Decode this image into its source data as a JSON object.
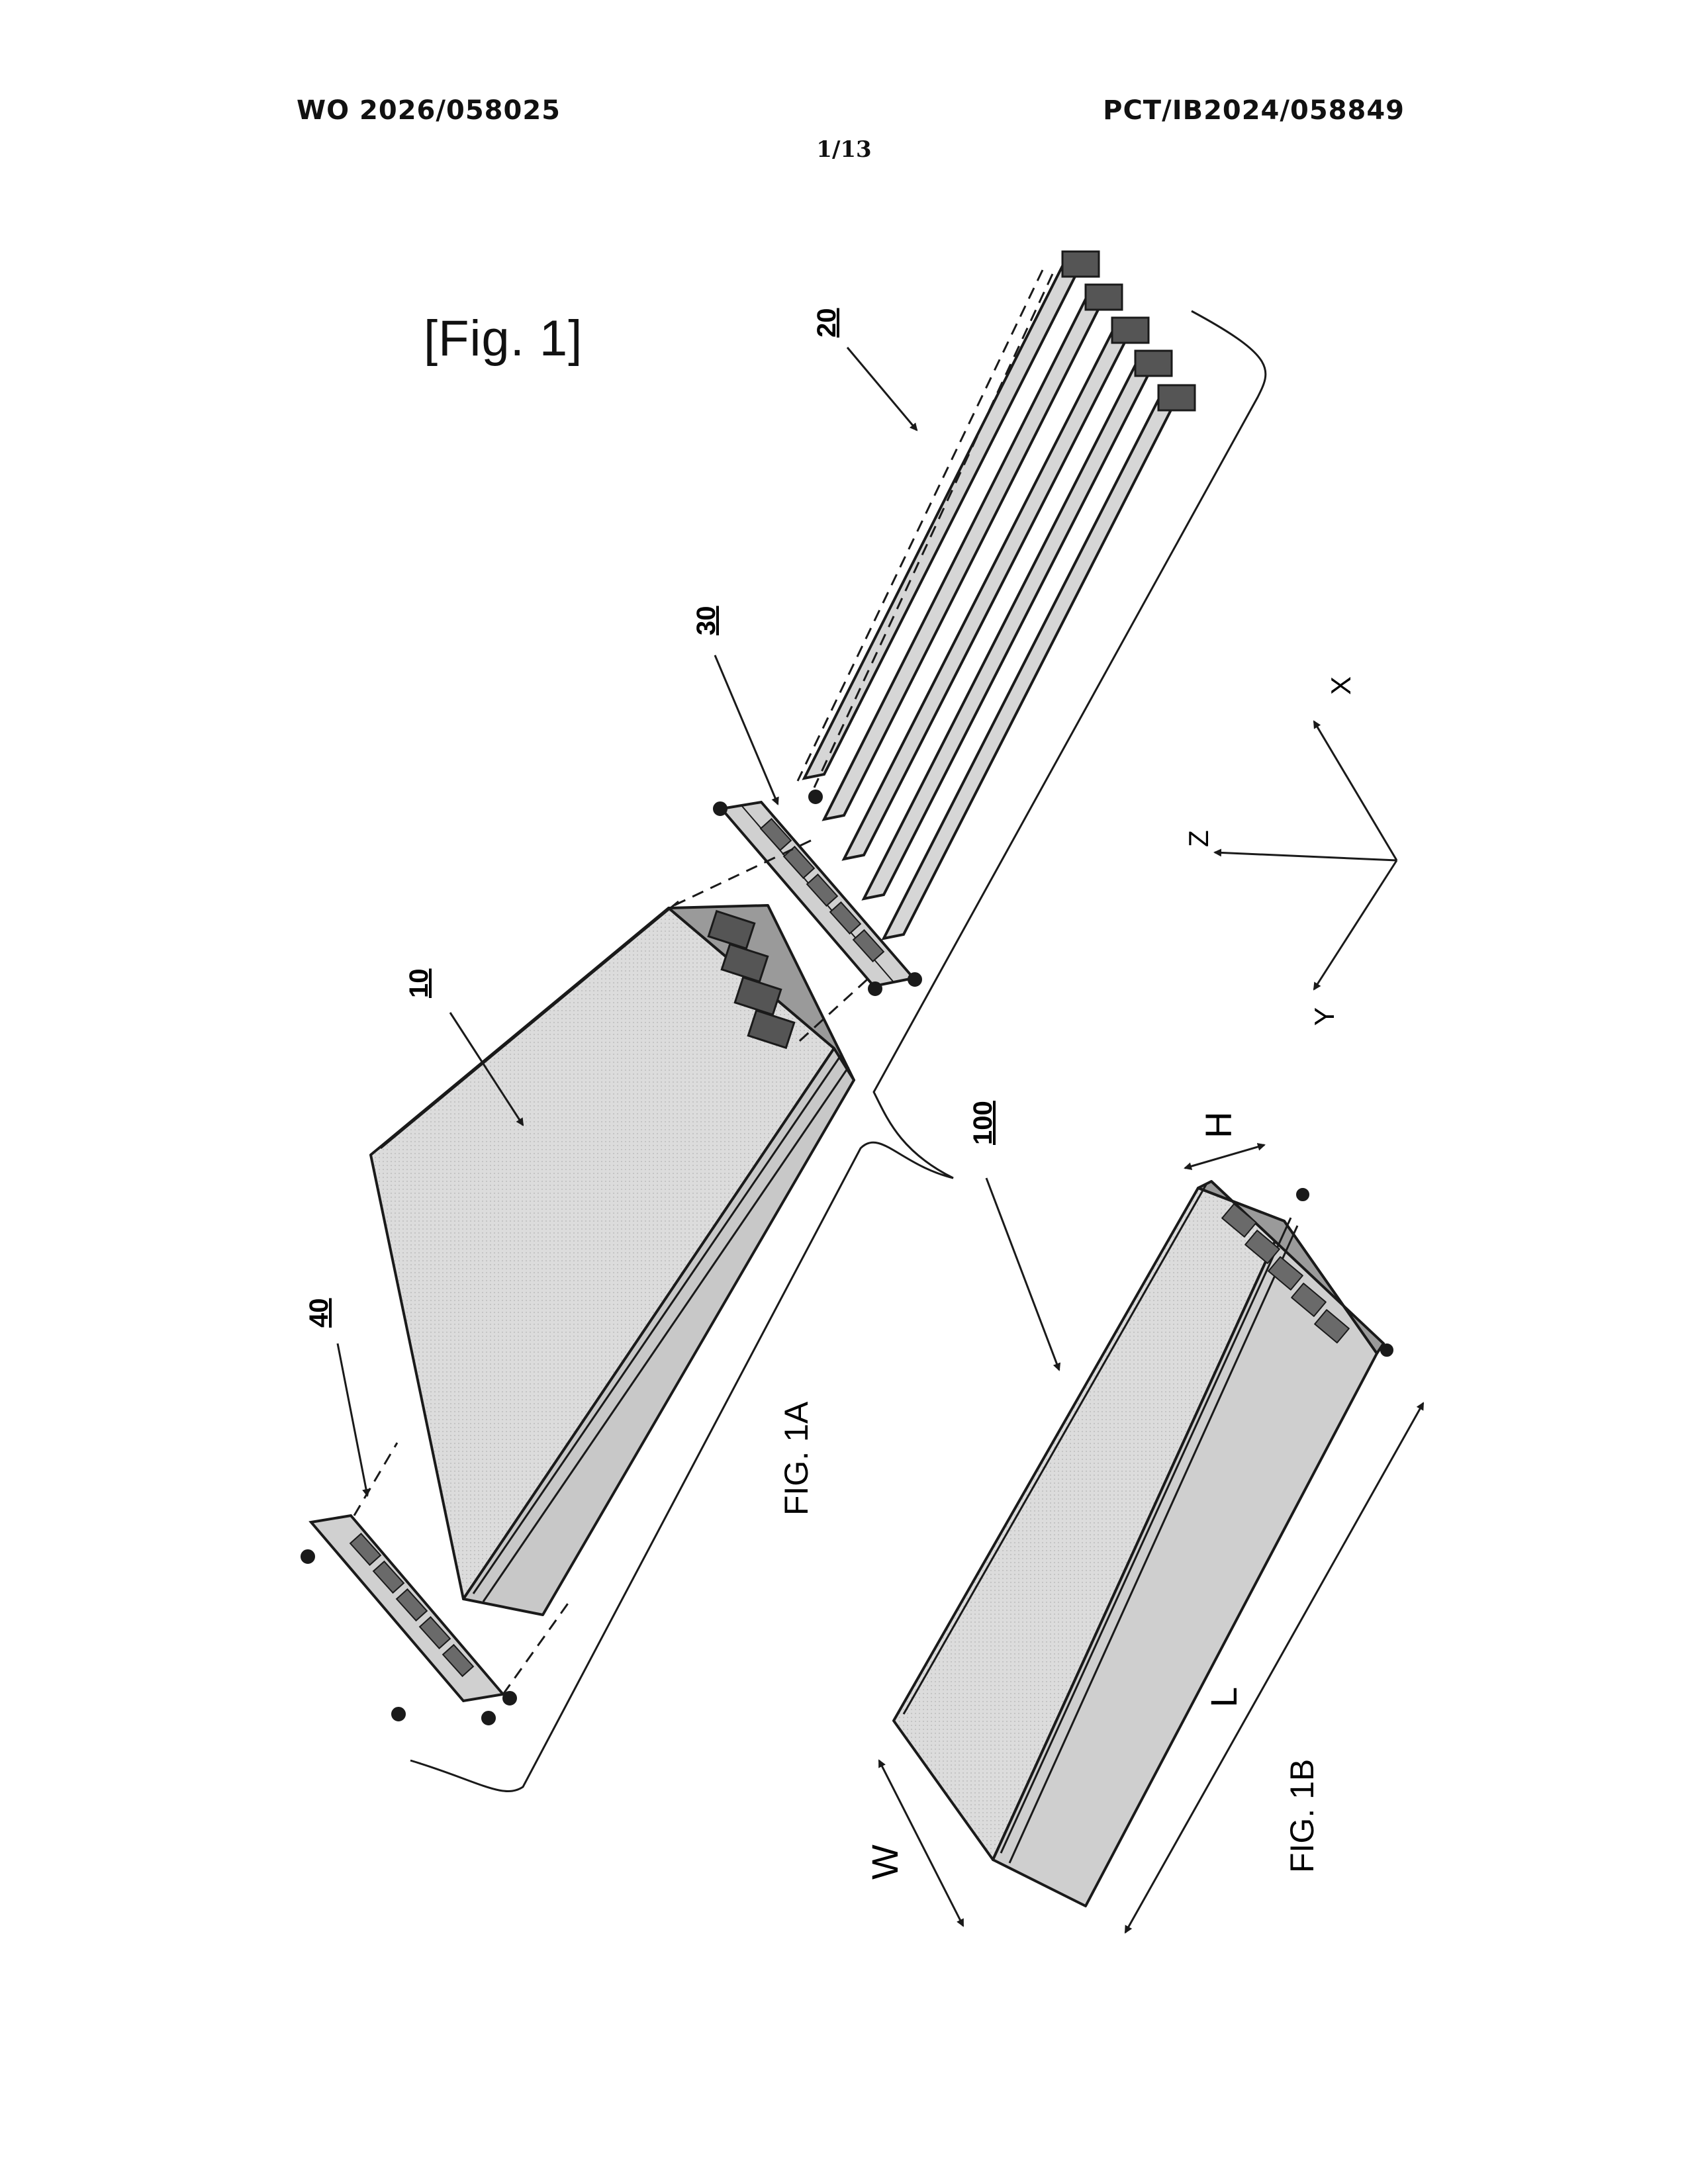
{
  "header": {
    "publication_number": "WO 2026/058025",
    "application_number": "PCT/IB2024/058849",
    "sheet": "1/13"
  },
  "figure": {
    "label": "[Fig. 1]",
    "captions": {
      "fig_1a": "FIG. 1A",
      "fig_1b": "FIG. 1B"
    },
    "reference_numerals": {
      "container": "10",
      "beams": "20",
      "front_frame": "30",
      "rear_frame": "40",
      "assembly": "100"
    },
    "axes": {
      "x": "X",
      "y": "Y",
      "z": "Z"
    },
    "dimensions": {
      "height": "H",
      "width": "W",
      "length": "L"
    }
  },
  "colors": {
    "line": "#1a1a1a",
    "fill": "#d9d9d9",
    "fill_dark": "#8c8c8c"
  }
}
